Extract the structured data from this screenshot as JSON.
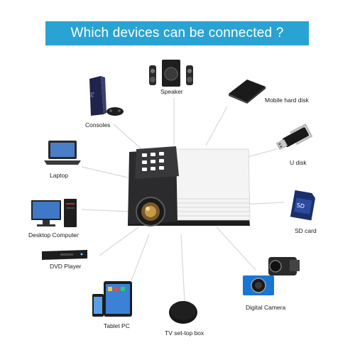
{
  "heading": "Which devices can be connected ?",
  "colors": {
    "banner": "#29a3d3",
    "connector": "#d8d8d8",
    "projector_body": "#f4f4f4",
    "projector_base": "#1c1c1e"
  },
  "devices": {
    "speaker": "Speaker",
    "consoles": "Consoles",
    "mobile_hard_disk": "Mobile hard disk",
    "laptop": "Laptop",
    "u_disk": "U disk",
    "desktop_computer": "Desktop Computer",
    "sd_card": "SD card",
    "dvd_player": "DVD Player",
    "digital_camera": "Digital Camera",
    "tablet_pc": "Tablet PC",
    "tv_set_top_box": "TV set-top box"
  }
}
